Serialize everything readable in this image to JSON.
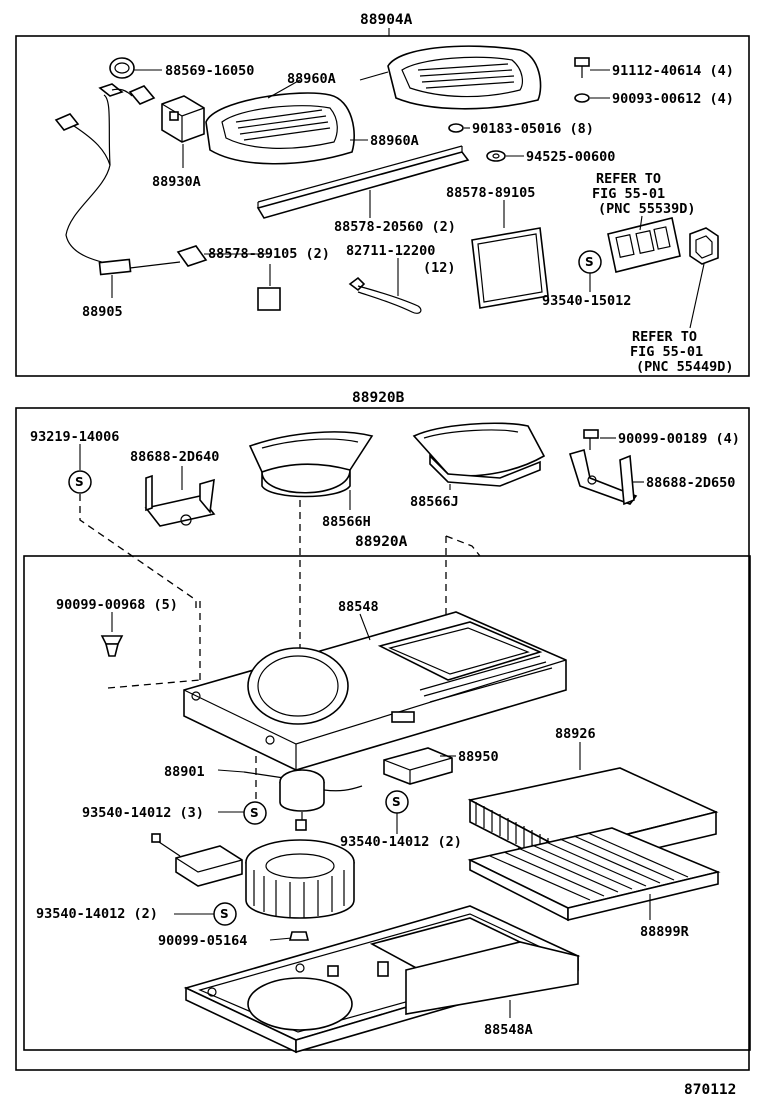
{
  "assemblies": {
    "upper_title": "88904A",
    "lower_title": "88920B",
    "inner_title": "88920A"
  },
  "symbols": {
    "s": "S"
  },
  "labels": {
    "p88569": "88569-16050",
    "p88960a_1": "88960A",
    "p88960a_2": "88960A",
    "p91112": "91112-40614 (4)",
    "p90093": "90093-00612 (4)",
    "p90183": "90183-05016 (8)",
    "p94525": "94525-00600",
    "p88930a": "88930A",
    "p88578_89105_a": "88578-89105",
    "p88578_20560": "88578-20560 (2)",
    "p88578_89105_b": "88578-89105 (2)",
    "p82711_a": "82711-12200",
    "p82711_b": "(12)",
    "p88905": "88905",
    "p93540_15012": "93540-15012",
    "ref1_a": "REFER TO",
    "ref1_b": "FIG 55-01",
    "ref1_c": "(PNC 55539D)",
    "ref2_a": "REFER TO",
    "ref2_b": "FIG 55-01",
    "ref2_c": "(PNC 55449D)",
    "p93219": "93219-14006",
    "p88688_2d640": "88688-2D640",
    "p88566h": "88566H",
    "p88566j": "88566J",
    "p90099_00189": "90099-00189 (4)",
    "p88688_2d650": "88688-2D650",
    "p90099_00968": "90099-00968 (5)",
    "p88548": "88548",
    "p88901": "88901",
    "p88950": "88950",
    "p88926": "88926",
    "p93540_14012_3": "93540-14012 (3)",
    "p93540_14012_2a": "93540-14012 (2)",
    "p93540_14012_2b": "93540-14012 (2)",
    "p90099_05164": "90099-05164",
    "p88899r": "88899R",
    "p88548a": "88548A",
    "figure_code": "870112"
  }
}
